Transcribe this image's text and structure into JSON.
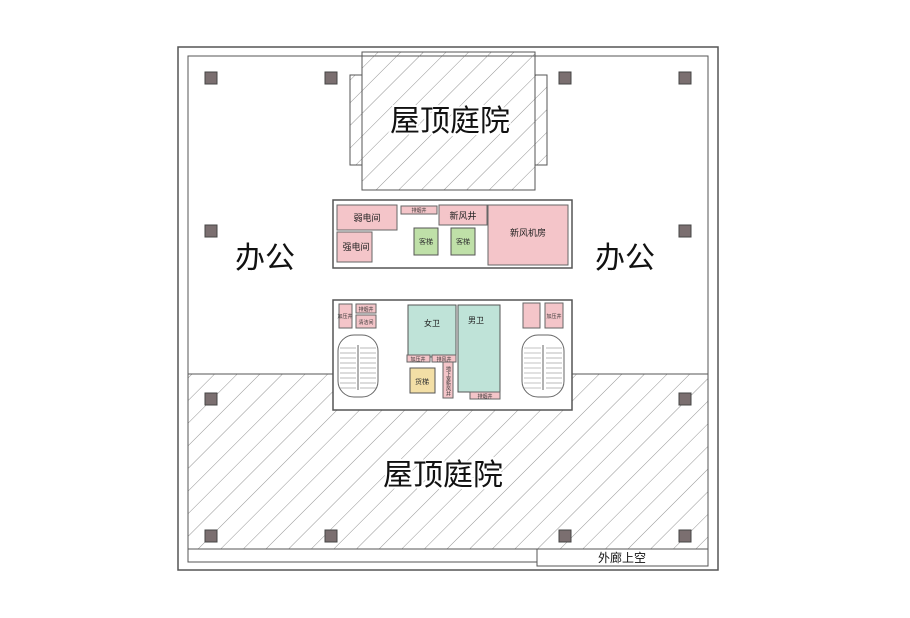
{
  "labels": {
    "courtyard_top": "屋顶庭院",
    "courtyard_bottom": "屋顶庭院",
    "office_left": "办公",
    "office_right": "办公",
    "corridor_void": "外廊上空"
  },
  "rooms_upper": {
    "weak_electric": "弱电间",
    "strong_electric": "强电间",
    "smoke_shaft": "排烟井",
    "fresh_air_shaft": "新风井",
    "fresh_air_room": "新风机房",
    "elevator_1": "客梯",
    "elevator_2": "客梯"
  },
  "rooms_lower": {
    "pressure_shaft_left": "加压井",
    "smoke_shaft_left": "排烟井",
    "cleaning_room": "清洁间",
    "womens_toilet": "女卫",
    "mens_toilet": "男卫",
    "pressure_shaft_small": "加压井",
    "exhaust_shaft": "排风井",
    "freight_elevator": "货梯",
    "basement_fresh_air_shaft": "地下室新风井",
    "smoke_shaft_right": "排烟井",
    "pressure_shaft_right": "加压井"
  },
  "colors": {
    "service_room": "#f4c5c9",
    "elevator": "#bfe0a8",
    "toilet": "#bfe3d8",
    "freight": "#f3dfa6",
    "column": "#7b6f70",
    "wall": "#555555"
  }
}
